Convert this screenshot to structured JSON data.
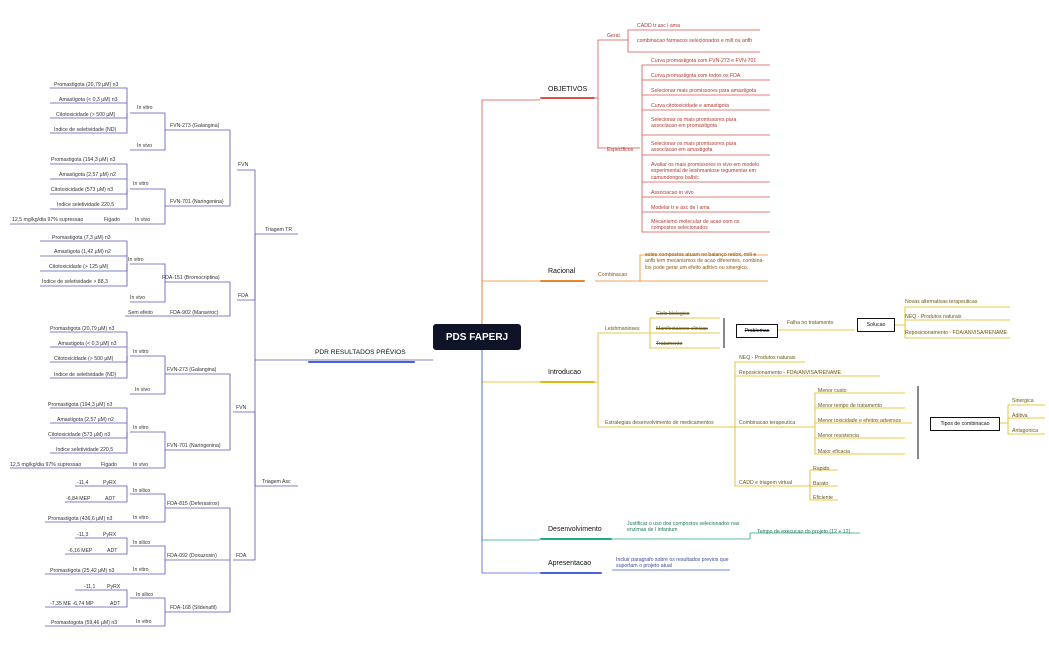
{
  "root": "PDS FAPERJ",
  "left_title": "PDR RESULTADOS PRÉVIOS",
  "objetivos": {
    "label": "OBJETIVOS",
    "geral_label": "Geral",
    "geral": [
      "CADD tr asc l ama",
      "combinacao farmacos selecionados e milt ou anfb"
    ],
    "especificos_label": "Especificos",
    "especificos": [
      "Curva promastigota com FVN-273 e FVN-701",
      "Curva promastigota com todos os FDA",
      "Selecionar mais promissores para amastigota",
      "Curva citotoxicidade e amastigota",
      "Selecionar os mais promissores para associacao em promastigota",
      "Selecionar os mais promissores para associacao em amastigota",
      "Avaliar os mais promissores in vivo em modelo experimental de leishmaniose tegumentar em camundongos balb/c",
      "Associacao in vivo",
      "Modelar tr e asc de l ama",
      "Mecanismo molecular de acao com os compostos selecionados"
    ]
  },
  "racional": {
    "label": "Racional",
    "sub": "Combinacao",
    "text": "estes compostos atuam no balanço redox, milt e anfb tem mecanismos de acao diferentes, combina-los pode gerar um efeito aditivo ou sinergico."
  },
  "introducao": {
    "label": "Introducao",
    "leish_label": "Leishmanioses",
    "leish_items": [
      "Ciclo biologico",
      "Manifestacoes clinicas",
      "Tratamento"
    ],
    "problemas": "Problemas",
    "falha": "Falha no tratamento",
    "solucao": "Solucao",
    "solucao_items": [
      "Novas alternativas terapeuticas",
      "NEQ - Produtos naturais",
      "Reposicionamento - FDA/ANVISA/RENAME"
    ],
    "estrategias_label": "Estrategias desenvolvimento de medicamentos",
    "estrategias": [
      "NEQ - Produtos naturais",
      "Reposicionamento - FDA/ANVISA/RENAME"
    ],
    "comb_label": "Combinacao terapeutica",
    "comb_items": [
      "Menor custo",
      "Menor tempo de tratamento",
      "Menor toxicidade e efeitos adversos",
      "Menor resistencia",
      "Maior eficacia"
    ],
    "tipos": "Tipos de combinacao",
    "tipos_items": [
      "Sinergica",
      "Aditiva",
      "Antagonica"
    ],
    "cadd_label": "CADD e triagem virtual",
    "cadd_items": [
      "Rapido",
      "Barato",
      "Eficiente"
    ]
  },
  "desenvolvimento": {
    "label": "Desenvolvimento",
    "text": "Justificar o uso dos compostos selecionados nas enzimas de l infantum",
    "tempo": "Tempo de execucao do projeto (12 + 12)"
  },
  "apresentacao": {
    "label": "Apresentacao",
    "text": "Incluir paragrafo sobre os resultados previos que suportam o projeto atual"
  },
  "triagem_tr": {
    "label": "Triagem TR",
    "fvn": "FVN",
    "fda": "FDA",
    "fvn273": "FVN-273 (Galangina)",
    "fvn273_invitro": "In vitro",
    "fvn273_invivo": "In vivo",
    "fvn273_items": [
      "Promastigota (20,79 µM) n3",
      "Amastigota (< 0,3 µM) n3",
      "Citotoxicidade (> 500 µM)",
      "Indice de seletividade (ND)"
    ],
    "fvn701": "FVN-701 (Naringenina)",
    "fvn701_invitro": "In vitro",
    "fvn701_invivo": "In vivo",
    "fvn701_items": [
      "Promastigota (194,3 µM) n3",
      "Amastigota (2,57 µM) n2",
      "Citotoxicidade (573 µM) n3",
      "Indice seletividade 220,5"
    ],
    "fvn701_vivo_organ": "Figado",
    "fvn701_vivo_text": "12,5 mg/kg/dia 97% supressao",
    "fda151": "FDA-151 (Bromocriptina)",
    "fda151_invitro": "In vitro",
    "fda151_invivo": "In vivo",
    "fda151_items": [
      "Promastigota (7,3 µM) n3",
      "Amastigota (1,42 µM) n2",
      "Citotoxicidade (> 125 µM)",
      "Indice de seletividade > 88,3"
    ],
    "fda902": "FDA-902 (Maraviroc)",
    "fda902_note": "Sem efeito"
  },
  "triagem_asc": {
    "label": "Triagem Asc",
    "fvn": "FVN",
    "fda": "FDA",
    "fvn273": "FVN-273 (Galangina)",
    "fvn273_invitro": "In vitro",
    "fvn273_invivo": "In vivo",
    "fvn273_items": [
      "Promastigota (20,79 µM) n3",
      "Amastigota (< 0,3 µM) n3",
      "Citotoxicidade (> 500 µM)",
      "Indice de seletividade (ND)"
    ],
    "fvn701": "FVN-701 (Naringenina)",
    "fvn701_invitro": "In vitro",
    "fvn701_invivo": "In vivo",
    "fvn701_items": [
      "Promastigota (194,3 µM) n3",
      "Amastigota (2,57 µM) n2",
      "Citotoxicidade (573 µM) n3",
      "Indice seletividade 220,5"
    ],
    "fvn701_vivo_organ": "Figado",
    "fvn701_vivo_text": "12,5 mg/kg/dia 97% supressao",
    "fda815": "FDA-815 (Deferasirox)",
    "fda092": "FDA-092 (Doxazosin)",
    "fda168": "FDA-168 (Sildenafil)",
    "insilico": "In silico",
    "invitro": "In vitro",
    "pyrx": "PyRX",
    "adt": "ADT",
    "fda815_pyrx": "-11,4",
    "fda815_adt": "-6,84 MEP",
    "fda815_pro": "Promastigota (436,6 µM) n3",
    "fda092_pyrx": "-11,3",
    "fda092_adt": "-6,16 MEP",
    "fda092_pro": "Promastigota (25,42 µM) n3",
    "fda168_pyrx": "-11,1",
    "fda168_adt": "-7,35 ME -6,74 MP",
    "fda168_pro": "Promastogota (59,46 µM) n3"
  },
  "colors": {
    "objetivos": "#d9534f",
    "racional": "#e8862a",
    "introducao": "#e2b80f",
    "desenvolvimento": "#1fae7a",
    "apresentacao": "#4a62d8",
    "left": "#5a55b8",
    "root": "#0e1328"
  }
}
